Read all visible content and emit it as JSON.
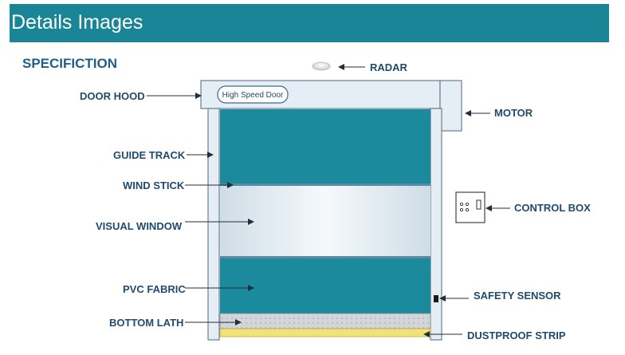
{
  "header": {
    "title": "Details Images"
  },
  "section": {
    "title": "SPECIFICTION"
  },
  "door": {
    "hood_text": "High Speed Door"
  },
  "labels": {
    "radar": "RADAR",
    "door_hood": "DOOR HOOD",
    "motor": "MOTOR",
    "guide_track": "GUIDE TRACK",
    "wind_stick": "WIND STICK",
    "visual_window": "VISUAL WINDOW",
    "control_box": "CONTROL BOX",
    "pvc_fabric": "PVC FABRIC",
    "safety_sensor": "SAFETY SENSOR",
    "bottom_lath": "BOTTOM LATH",
    "dustproof_strip": "DUSTPROOF STRIP"
  },
  "colors": {
    "banner": "#1a8596",
    "fabric": "#1a8a9c",
    "label_text": "#1f4a6e",
    "dustproof_strip": "#f2e27a"
  }
}
